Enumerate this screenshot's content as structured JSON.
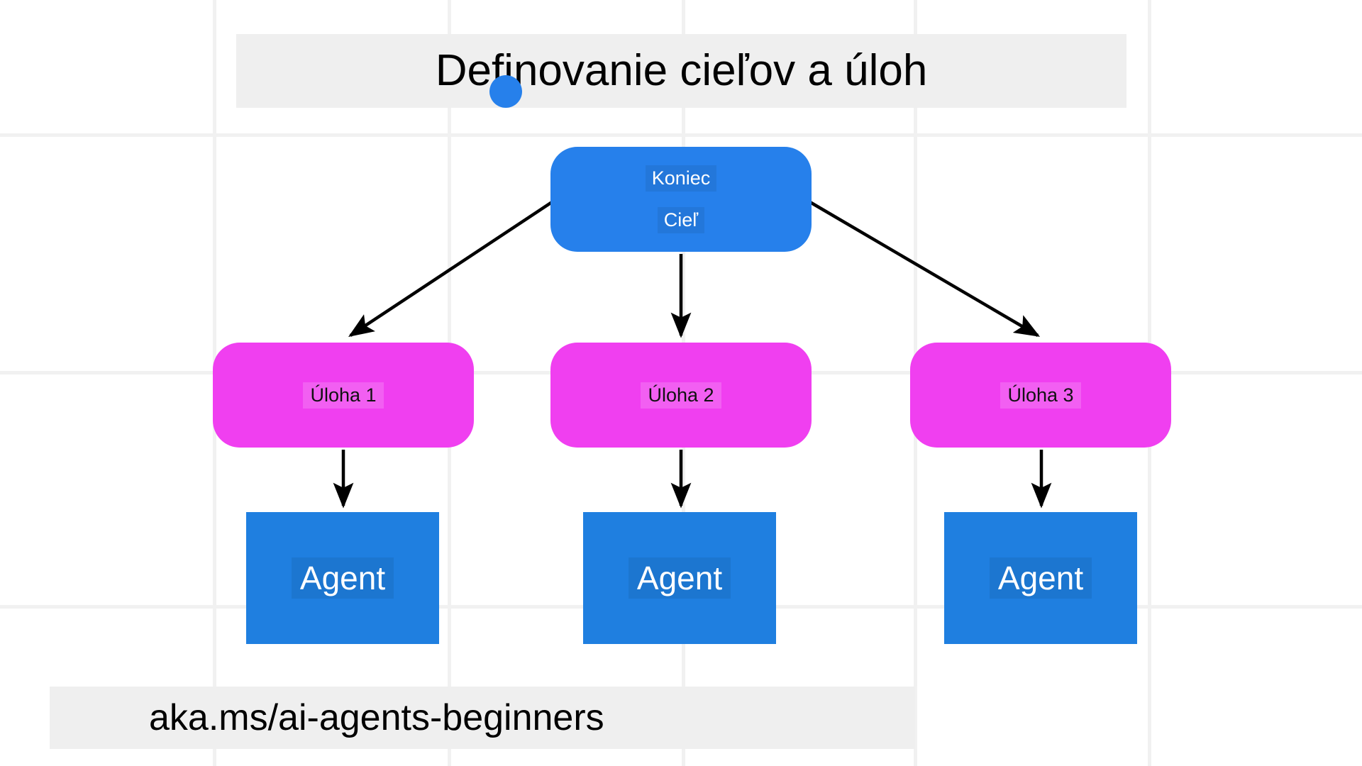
{
  "slide": {
    "title": "Definovanie cieľov a úloh",
    "footer_url": "aka.ms/ai-agents-beginners",
    "background_color": "#ffffff",
    "banner_color": "#efefef",
    "grid_line_color": "#f1f1f1"
  },
  "palette": {
    "goal_blue": "#2680eb",
    "agent_blue": "#1f7fe0",
    "task_magenta": "#f03ff0",
    "connector_black": "#000000",
    "title_text": "#000000",
    "task_text": "#111111",
    "node_text_light": "#ffffff"
  },
  "diagram": {
    "type": "tree",
    "goal_node": {
      "line_1": "Koniec",
      "line_2": "Cieľ",
      "shape": "rounded-rect",
      "color": "#2680eb"
    },
    "task_nodes": [
      {
        "label": "Úloha 1",
        "shape": "rounded-rect",
        "color": "#f03ff0"
      },
      {
        "label": "Úloha 2",
        "shape": "rounded-rect",
        "color": "#f03ff0"
      },
      {
        "label": "Úloha 3",
        "shape": "rounded-rect",
        "color": "#f03ff0"
      }
    ],
    "agent_nodes": [
      {
        "label": "Agent",
        "shape": "rect",
        "color": "#1f7fe0"
      },
      {
        "label": "Agent",
        "shape": "rect",
        "color": "#1f7fe0"
      },
      {
        "label": "Agent",
        "shape": "rect",
        "color": "#1f7fe0"
      }
    ],
    "edges": [
      {
        "from": "goal_node",
        "to": "task_1",
        "style": "arrow-diagonal-left"
      },
      {
        "from": "goal_node",
        "to": "task_2",
        "style": "arrow-vertical"
      },
      {
        "from": "goal_node",
        "to": "task_3",
        "style": "arrow-diagonal-right"
      },
      {
        "from": "task_1",
        "to": "agent_1",
        "style": "arrow-vertical"
      },
      {
        "from": "task_2",
        "to": "agent_2",
        "style": "arrow-vertical"
      },
      {
        "from": "task_3",
        "to": "agent_3",
        "style": "arrow-vertical"
      }
    ]
  },
  "decoration": {
    "blue_dot": "partial-circle"
  }
}
